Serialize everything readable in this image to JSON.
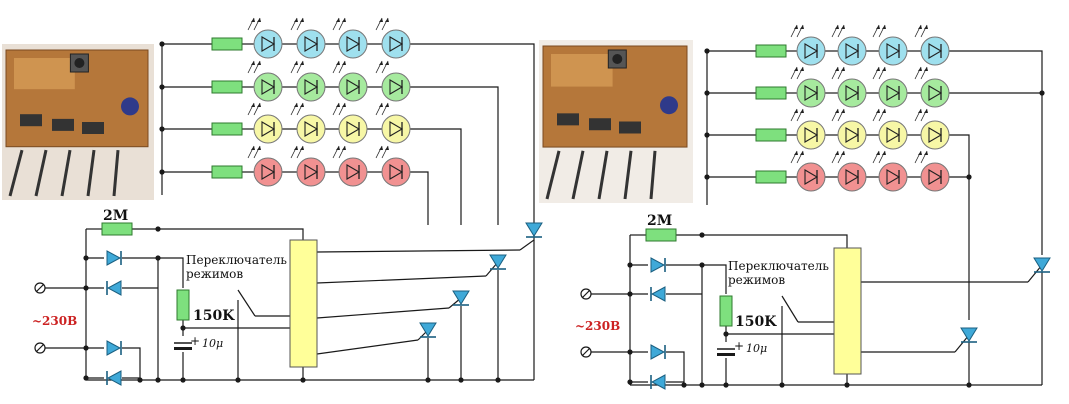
{
  "colors": {
    "wire": "#1a1a1a",
    "resistor": "#7ee07e",
    "resistor_stroke": "#2f7a2f",
    "diode": "#3fa9d8",
    "chip": "#ffff99",
    "led_rows": [
      "#9fe0ee",
      "#a6ea9e",
      "#f7f7a6",
      "#f19191"
    ],
    "red_label": "#cc2222",
    "photo_board": "#b5773a",
    "photo_board_light": "#cf9450"
  },
  "left": {
    "label_r1": "2M",
    "label_switch_1": "Переключатель",
    "label_switch_2": "режимов",
    "label_r2": "150K",
    "label_voltage": "~230В",
    "label_cap_plus": "+",
    "label_cap": "10μ"
  },
  "right": {
    "label_r1": "2M",
    "label_switch_1": "Переключатель",
    "label_switch_2": "режимов",
    "label_r2": "150K",
    "label_voltage": "~230В",
    "label_cap_plus": "+",
    "label_cap": "10μ"
  },
  "icons": {
    "photo": "circuit-board-photo",
    "led": "led-icon",
    "diode": "diode-icon",
    "resistor": "resistor-icon",
    "capacitor": "capacitor-icon",
    "terminal": "terminal-icon"
  }
}
